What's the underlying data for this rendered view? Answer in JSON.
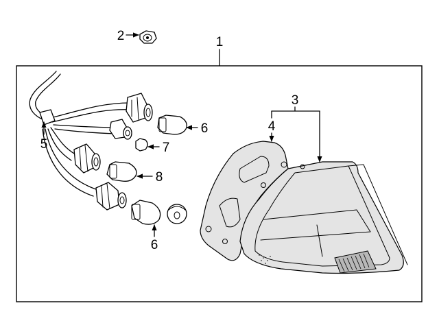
{
  "callouts": [
    {
      "id": "c1",
      "text": "1"
    },
    {
      "id": "c2",
      "text": "2"
    },
    {
      "id": "c3",
      "text": "3"
    },
    {
      "id": "c4",
      "text": "4"
    },
    {
      "id": "c5",
      "text": "5"
    },
    {
      "id": "c6a",
      "text": "6"
    },
    {
      "id": "c6b",
      "text": "6"
    },
    {
      "id": "c7",
      "text": "7"
    },
    {
      "id": "c8",
      "text": "8"
    }
  ]
}
